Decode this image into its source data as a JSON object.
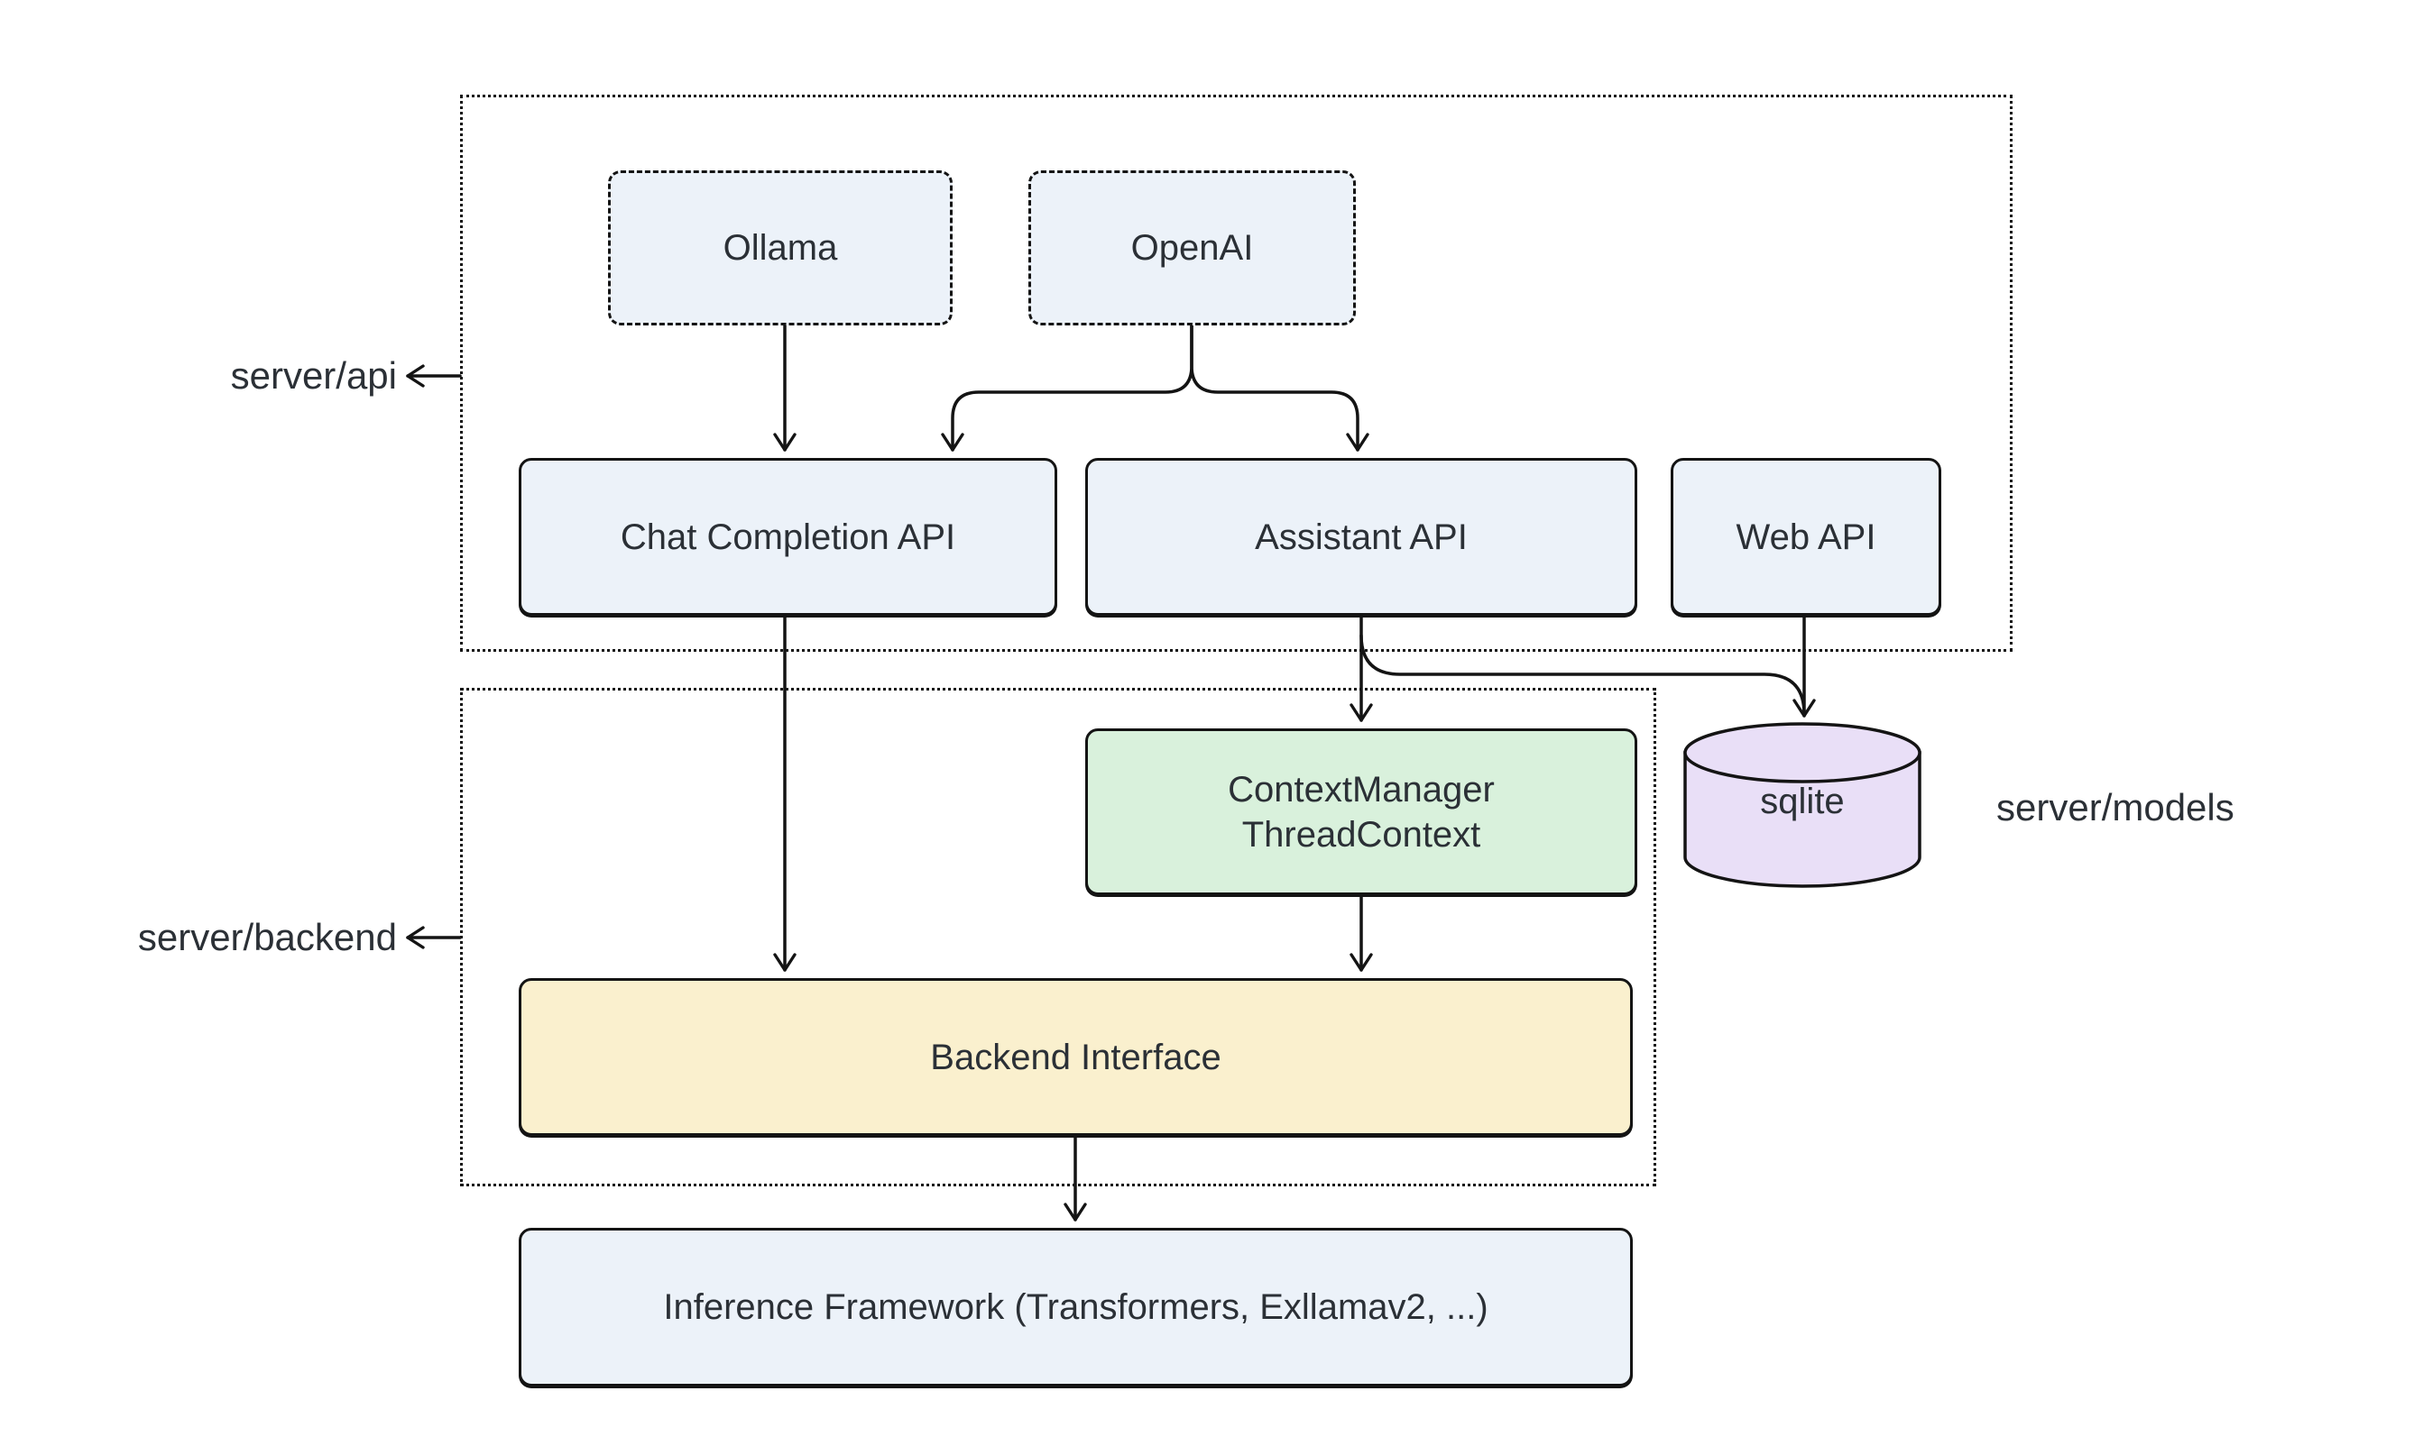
{
  "diagram": {
    "groups": {
      "api": {
        "label": "server/api"
      },
      "backend": {
        "label": "server/backend"
      },
      "models": {
        "label": "server/models"
      }
    },
    "nodes": {
      "ollama": {
        "label": "Ollama",
        "style": "dashed-blue"
      },
      "openai": {
        "label": "OpenAI",
        "style": "dashed-blue"
      },
      "chat_completion_api": {
        "label": "Chat Completion API",
        "style": "solid-blue"
      },
      "assistant_api": {
        "label": "Assistant API",
        "style": "solid-blue"
      },
      "web_api": {
        "label": "Web API",
        "style": "solid-blue"
      },
      "context_manager": {
        "lines": [
          "ContextManager",
          "ThreadContext"
        ],
        "style": "solid-green"
      },
      "sqlite": {
        "label": "sqlite",
        "style": "cylinder-purple"
      },
      "backend_interface": {
        "label": "Backend Interface",
        "style": "solid-yellow"
      },
      "inference_framework": {
        "label": "Inference Framework (Transformers, Exllamav2, ...)",
        "style": "solid-blue"
      }
    },
    "edges": [
      {
        "from": "Ollama",
        "to": "Chat Completion API"
      },
      {
        "from": "OpenAI",
        "to": "Chat Completion API"
      },
      {
        "from": "OpenAI",
        "to": "Assistant API"
      },
      {
        "from": "Chat Completion API",
        "to": "Backend Interface"
      },
      {
        "from": "Assistant API",
        "to": "ContextManager ThreadContext"
      },
      {
        "from": "Assistant API",
        "to": "sqlite"
      },
      {
        "from": "Web API",
        "to": "sqlite"
      },
      {
        "from": "ContextManager ThreadContext",
        "to": "Backend Interface"
      },
      {
        "from": "Backend Interface",
        "to": "Inference Framework (Transformers, Exllamav2, ...)"
      }
    ],
    "colors": {
      "background": "#FFFFFF",
      "line": "#141414",
      "text": "#2B3036",
      "node_blue": "#ECF2F9",
      "node_green": "#D9F1DC",
      "node_yellow": "#FAF0CE",
      "node_purple": "#E9DFF7"
    }
  }
}
